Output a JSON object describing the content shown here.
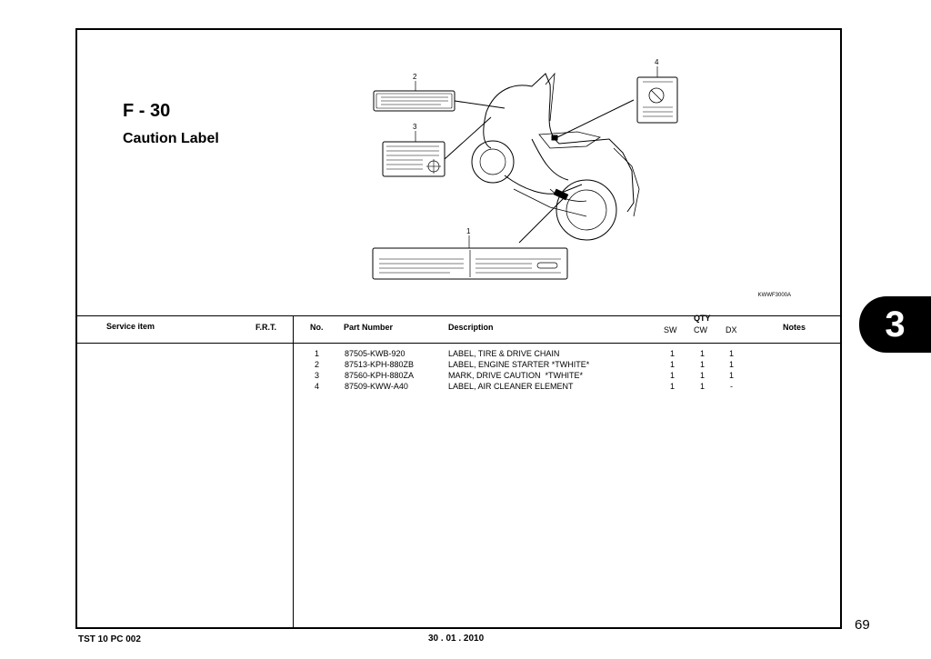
{
  "section": {
    "code": "F - 30",
    "title": "Caution Label",
    "figure_id": "KWWF3000A"
  },
  "callouts": [
    "1",
    "2",
    "3",
    "4"
  ],
  "table": {
    "headers": {
      "service_item": "Service item",
      "frt": "F.R.T.",
      "no": "No.",
      "part_number": "Part Number",
      "description": "Description",
      "qty": "QTY",
      "sw": "SW",
      "cw": "CW",
      "dx": "DX",
      "notes": "Notes"
    },
    "rows": [
      {
        "no": "1",
        "part": "87505-KWB-920",
        "desc": "LABEL, TIRE & DRIVE CHAIN",
        "sw": "1",
        "cw": "1",
        "dx": "1"
      },
      {
        "no": "2",
        "part": "87513-KPH-880ZB",
        "desc": "LABEL, ENGINE STARTER *TWHITE*",
        "sw": "1",
        "cw": "1",
        "dx": "1"
      },
      {
        "no": "3",
        "part": "87560-KPH-880ZA",
        "desc": "MARK, DRIVE CAUTION  *TWHITE*",
        "sw": "1",
        "cw": "1",
        "dx": "1"
      },
      {
        "no": "4",
        "part": "87509-KWW-A40",
        "desc": "LABEL, AIR CLEANER ELEMENT",
        "sw": "1",
        "cw": "1",
        "dx": "-"
      }
    ]
  },
  "tab_number": "3",
  "page_number": "69",
  "footer": {
    "doc_code": "TST 10 PC 002",
    "date": "30 . 01 . 2010"
  }
}
